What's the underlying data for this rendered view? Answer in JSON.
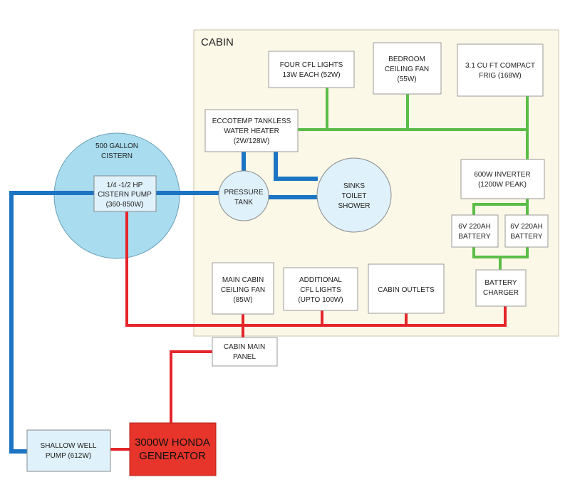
{
  "cabin": {
    "title": "CABIN"
  },
  "nodes": {
    "cistern": {
      "lines": [
        "500 GALLON",
        "CISTERN"
      ]
    },
    "cistern_pump": {
      "lines": [
        "1/4 -1/2 HP",
        "CISTERN PUMP",
        "(360-850W)"
      ]
    },
    "cfl_lights": {
      "lines": [
        "FOUR CFL LIGHTS",
        "13W EACH (52W)"
      ]
    },
    "bedroom_fan": {
      "lines": [
        "BEDROOM",
        "CEILING FAN",
        "(55W)"
      ]
    },
    "fridge": {
      "lines": [
        "3.1 CU FT COMPACT",
        "FRIG  (168W)"
      ]
    },
    "water_heater": {
      "lines": [
        "ECCOTEMP TANKLESS",
        "WATER HEATER",
        "(2W/128W)"
      ]
    },
    "pressure_tank": {
      "lines": [
        "PRESSURE",
        "TANK"
      ]
    },
    "sinks": {
      "lines": [
        "SINKS",
        "TOILET",
        "SHOWER"
      ]
    },
    "inverter": {
      "lines": [
        "600W INVERTER",
        "(1200W PEAK)"
      ]
    },
    "battery_1": {
      "lines": [
        "6V 220AH",
        "BATTERY"
      ]
    },
    "battery_2": {
      "lines": [
        "6V 220AH",
        "BATTERY"
      ]
    },
    "main_fan": {
      "lines": [
        "MAIN CABIN",
        "CEILING FAN",
        "(85W)"
      ]
    },
    "add_cfl": {
      "lines": [
        "ADDITIONAL",
        "CFL LIGHTS",
        "(UPTO 100W)"
      ]
    },
    "outlets": {
      "lines": [
        "CABIN OUTLETS"
      ]
    },
    "charger": {
      "lines": [
        "BATTERY",
        "CHARGER"
      ]
    },
    "main_panel": {
      "lines": [
        "CABIN MAIN",
        "PANEL"
      ]
    },
    "well_pump": {
      "lines": [
        "SHALLOW WELL",
        "PUMP (612W)"
      ]
    },
    "generator": {
      "lines": [
        "3000W HONDA",
        "GENERATOR"
      ]
    }
  },
  "colors": {
    "cabin_fill": "#fcf8e8",
    "water_line": "#1c75c2",
    "dc_line": "#5bbd47",
    "ac_line": "#e4252b",
    "cistern_fill": "#a8dcee",
    "generator_fill": "#e8352b"
  }
}
